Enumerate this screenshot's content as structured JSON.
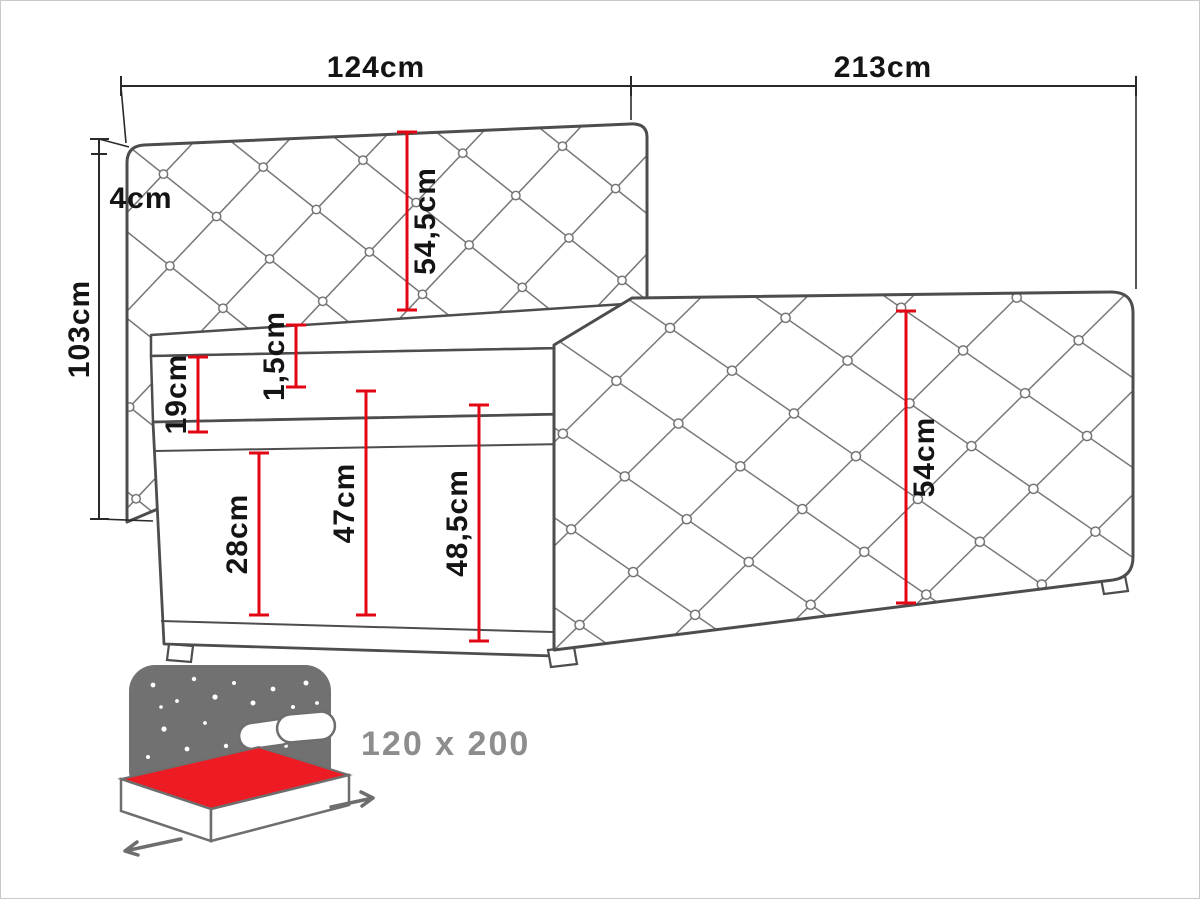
{
  "colors": {
    "outline": "#4d4d4d",
    "dimension_line": "#2a2a2a",
    "accent_red": "#e30613",
    "icon_red": "#ed1c24",
    "icon_gray": "#717171",
    "label": "#141414",
    "muted_label": "#8d8d8d"
  },
  "dimensions": {
    "headboard_width": "124cm",
    "bed_length": "213cm",
    "headboard_total_height": "103cm",
    "headboard_top_thickness": "4cm",
    "headboard_panel_height": "54,5cm",
    "mattress_height": "19cm",
    "mattress_gap": "1,5cm",
    "storage_height": "28cm",
    "base_height": "47cm",
    "side_total_height": "48,5cm",
    "footboard_height": "54cm"
  },
  "variant": {
    "size_label": "120 x 200"
  }
}
